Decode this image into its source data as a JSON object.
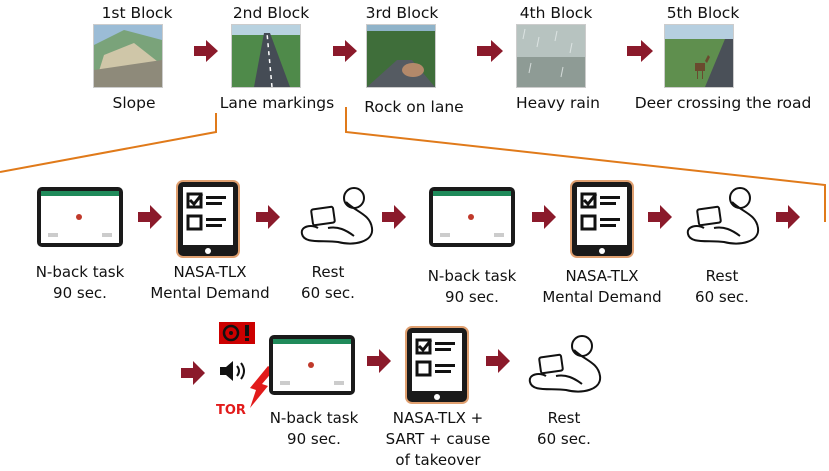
{
  "blocks": [
    {
      "title": "1st Block",
      "caption": "Slope",
      "scene": "slope-scene"
    },
    {
      "title": "2nd Block",
      "caption": "Lane markings",
      "scene": "lane-markings-scene"
    },
    {
      "title": "3rd Block",
      "caption": "Rock on lane",
      "scene": "rock-scene"
    },
    {
      "title": "4th Block",
      "caption": "Heavy rain",
      "scene": "rain-scene"
    },
    {
      "title": "5th Block",
      "caption": "Deer crossing the road",
      "scene": "deer-scene"
    }
  ],
  "block_detail": {
    "steps": [
      {
        "line1": "N-back task",
        "line2": "90 sec.",
        "icon": "tablet-nback-icon"
      },
      {
        "line1": "NASA-TLX",
        "line2": "Mental Demand",
        "icon": "questionnaire-tablet-icon"
      },
      {
        "line1": "Rest",
        "line2": "60 sec.",
        "icon": "resting-person-icon"
      },
      {
        "line1": "N-back task",
        "line2": "90 sec.",
        "icon": "tablet-nback-icon"
      },
      {
        "line1": "NASA-TLX",
        "line2": "Mental Demand",
        "icon": "questionnaire-tablet-icon"
      },
      {
        "line1": "Rest",
        "line2": "60 sec.",
        "icon": "resting-person-icon"
      }
    ]
  },
  "final_sequence": {
    "tor_label": "TOR",
    "steps": [
      {
        "line1": "N-back task",
        "line2": "90 sec."
      },
      {
        "line1": "NASA-TLX +",
        "line2": "SART + cause",
        "line3": "of takeover"
      },
      {
        "line1": "Rest",
        "line2": "60 sec."
      }
    ]
  },
  "colors": {
    "arrow": "#8b1a2b",
    "bracket": "#e07a1a",
    "tablet_frame": "#e0a070",
    "tor_red": "#e21b1b",
    "nback_green": "#1f8a5a"
  }
}
